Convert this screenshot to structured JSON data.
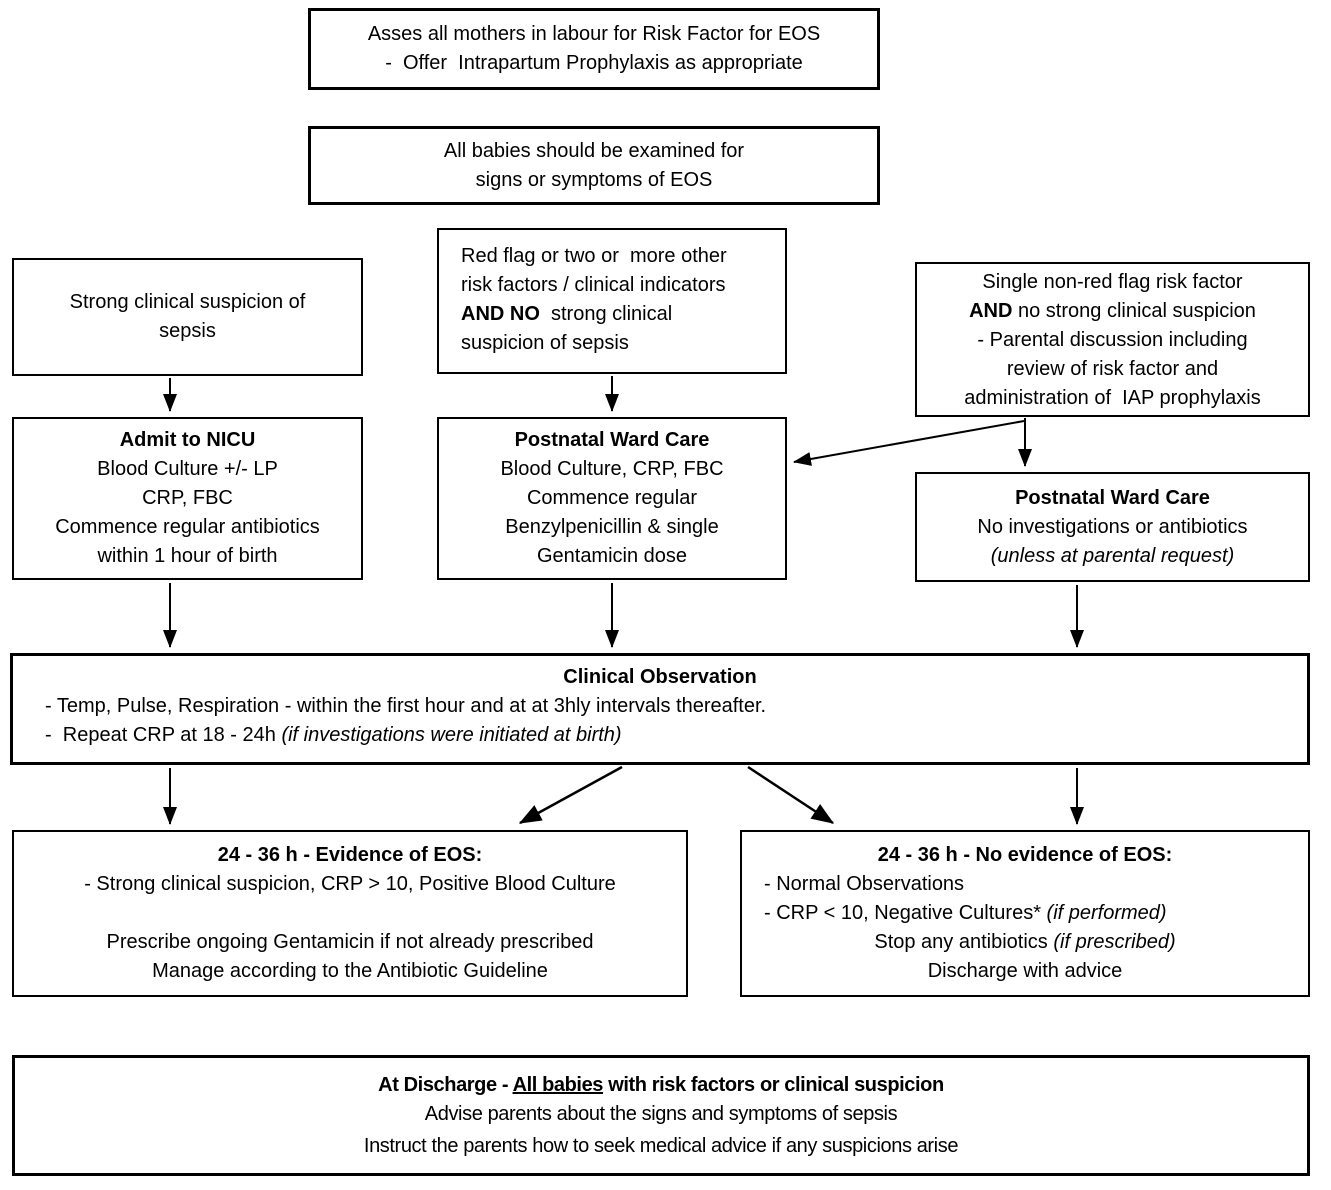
{
  "colors": {
    "border": "#000000",
    "text": "#000000",
    "background": "#ffffff"
  },
  "boxes": {
    "assess_mothers": {
      "line1": "Asses all mothers in labour for Risk Factor for EOS",
      "line2": "-  Offer  Intrapartum Prophylaxis as appropriate"
    },
    "examine_babies": {
      "line1": "All babies should be examined for",
      "line2": "signs or symptoms of EOS"
    },
    "strong_suspicion": {
      "line1": "Strong clinical suspicion of",
      "line2": "sepsis"
    },
    "red_flag": {
      "line1": "Red flag or two or  more other",
      "line2": "risk factors / clinical indicators",
      "line3_bold": "AND NO",
      "line3_rest": "  strong clinical",
      "line4": "suspicion of sepsis"
    },
    "single_risk": {
      "line1": "Single non-red flag risk factor",
      "line2_bold": "AND",
      "line2_rest": " no strong clinical suspicion",
      "line3": "- Parental discussion including",
      "line4": "review of risk factor and",
      "line5": "administration of  IAP prophylaxis"
    },
    "admit_nicu": {
      "title": "Admit to NICU",
      "line2": "Blood Culture +/- LP",
      "line3": "CRP, FBC",
      "line4": "Commence regular antibiotics",
      "line5": "within 1 hour of birth"
    },
    "postnatal_ward_investigate": {
      "title": "Postnatal Ward Care",
      "line2": "Blood Culture, CRP, FBC",
      "line3": "Commence regular",
      "line4": "Benzylpenicillin & single",
      "line5": "Gentamicin dose"
    },
    "postnatal_ward_observe": {
      "title": "Postnatal Ward Care",
      "line2": "No investigations or antibiotics",
      "line3_italic": "(unless at parental request)"
    },
    "clinical_observation": {
      "title": "Clinical Observation",
      "line2": "- Temp, Pulse, Respiration - within the first hour and at at 3hly intervals thereafter.",
      "line3_plain": "-  Repeat CRP at 18 - 24h ",
      "line3_italic": "(if investigations were initiated at birth)"
    },
    "evidence_eos": {
      "title": "24 - 36 h - Evidence of EOS:",
      "line2": "- Strong clinical suspicion, CRP > 10, Positive Blood Culture",
      "line3": "Prescribe ongoing Gentamicin if not already prescribed",
      "line4": "Manage according to the Antibiotic Guideline"
    },
    "no_evidence_eos": {
      "title": "24 - 36 h - No evidence of EOS:",
      "line2": "- Normal Observations",
      "line3_plain": "- CRP < 10, Negative Cultures* ",
      "line3_italic": "(if performed)",
      "line4_plain": "Stop any antibiotics ",
      "line4_italic": "(if prescribed)",
      "line5": "Discharge with advice"
    },
    "discharge": {
      "title_prefix": "At Discharge - ",
      "title_underline": "All babies",
      "title_suffix": " with risk factors or clinical suspicion",
      "line2": "Advise parents about the signs and symptoms of sepsis",
      "line3": "Instruct the parents how to seek medical advice if any suspicions arise"
    }
  }
}
